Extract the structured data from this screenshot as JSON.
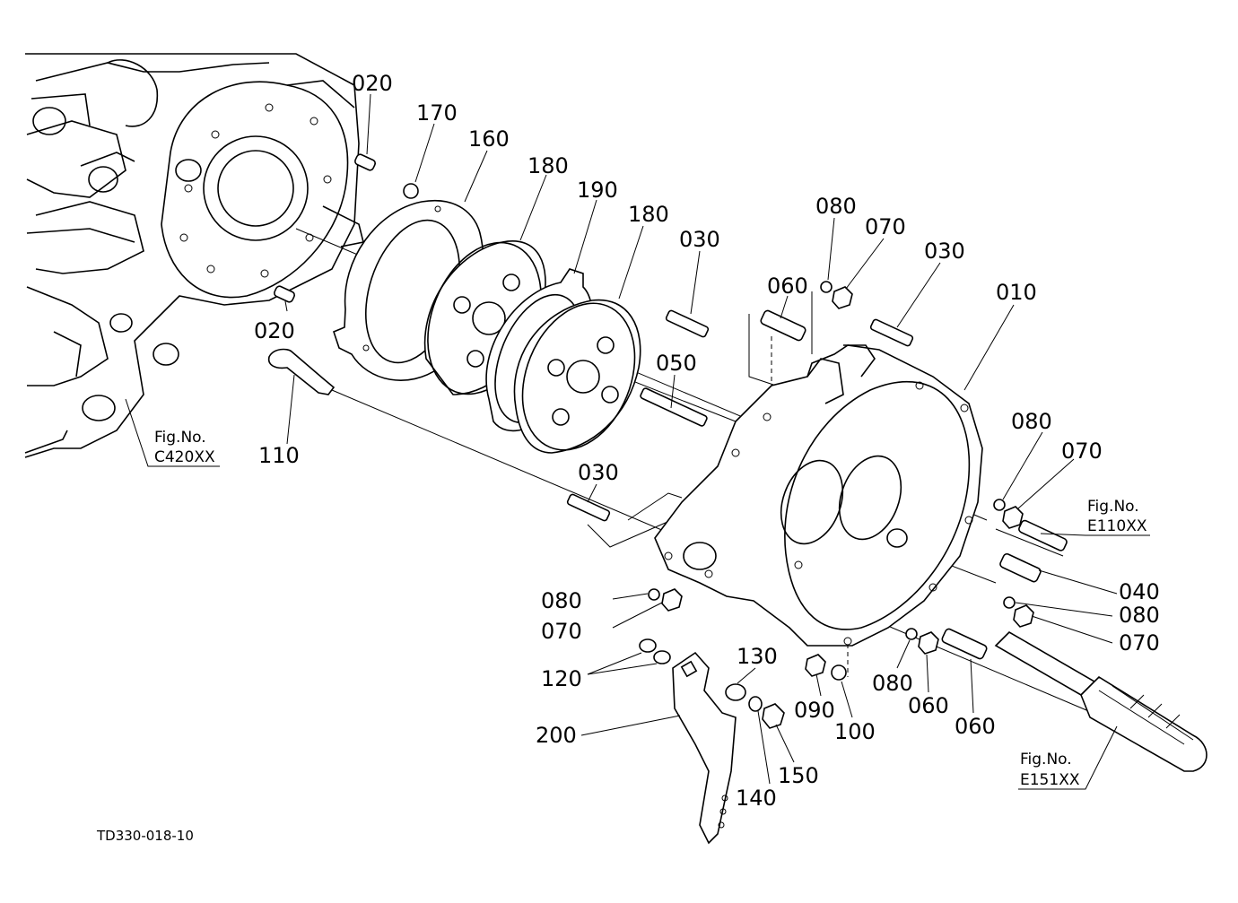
{
  "drawing_code": "TD330-018-10",
  "figure_refs": [
    {
      "prefix": "Fig.No.",
      "code": "C420XX"
    },
    {
      "prefix": "Fig.No.",
      "code": "E110XX"
    },
    {
      "prefix": "Fig.No.",
      "code": "E151XX"
    }
  ],
  "part_labels": [
    "010",
    "020",
    "020",
    "030",
    "030",
    "030",
    "040",
    "050",
    "060",
    "060",
    "070",
    "070",
    "070",
    "070",
    "080",
    "080",
    "080",
    "080",
    "080",
    "090",
    "100",
    "110",
    "120",
    "130",
    "140",
    "150",
    "160",
    "170",
    "180",
    "180",
    "190",
    "200"
  ],
  "colors": {
    "line": "#000000",
    "background": "#ffffff"
  }
}
